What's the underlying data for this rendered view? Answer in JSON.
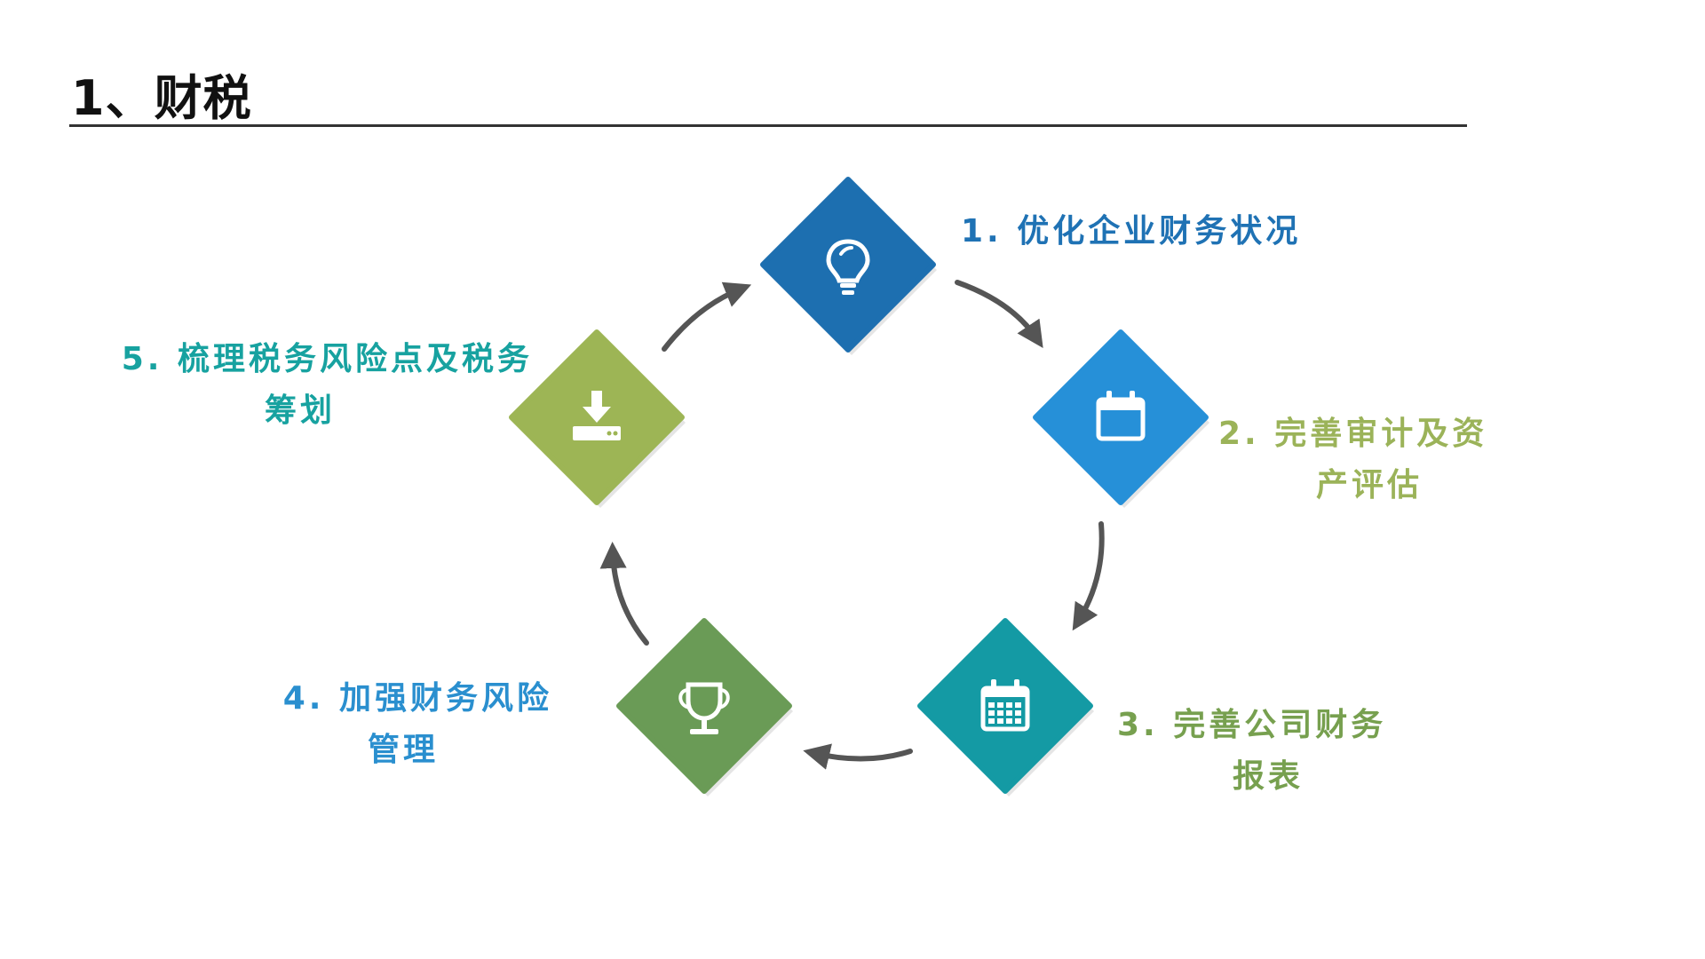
{
  "page": {
    "title": "1、财税"
  },
  "colors": {
    "arrow": "#555555",
    "shadow": "#d0d0d0"
  },
  "steps": [
    {
      "line1": "1. 优化企业财务状况",
      "line2": "",
      "icon": "lightbulb-icon",
      "fill": "#1d6fb0",
      "label_color": "#1f72b4"
    },
    {
      "line1": "2. 完善审计及资",
      "line2": "产评估",
      "icon": "calendar-icon",
      "fill": "#2690d8",
      "label_color": "#9bb359"
    },
    {
      "line1": "3. 完善公司财务",
      "line2": "报表",
      "icon": "calendar-grid-icon",
      "fill": "#149aa4",
      "label_color": "#77a04f"
    },
    {
      "line1": "4. 加强财务风险",
      "line2": "管理",
      "icon": "trophy-icon",
      "fill": "#6a9b56",
      "label_color": "#2a8fcf"
    },
    {
      "line1": "5. 梳理税务风险点及税务",
      "line2": "筹划",
      "icon": "download-icon",
      "fill": "#9db555",
      "label_color": "#17a2a0"
    }
  ]
}
